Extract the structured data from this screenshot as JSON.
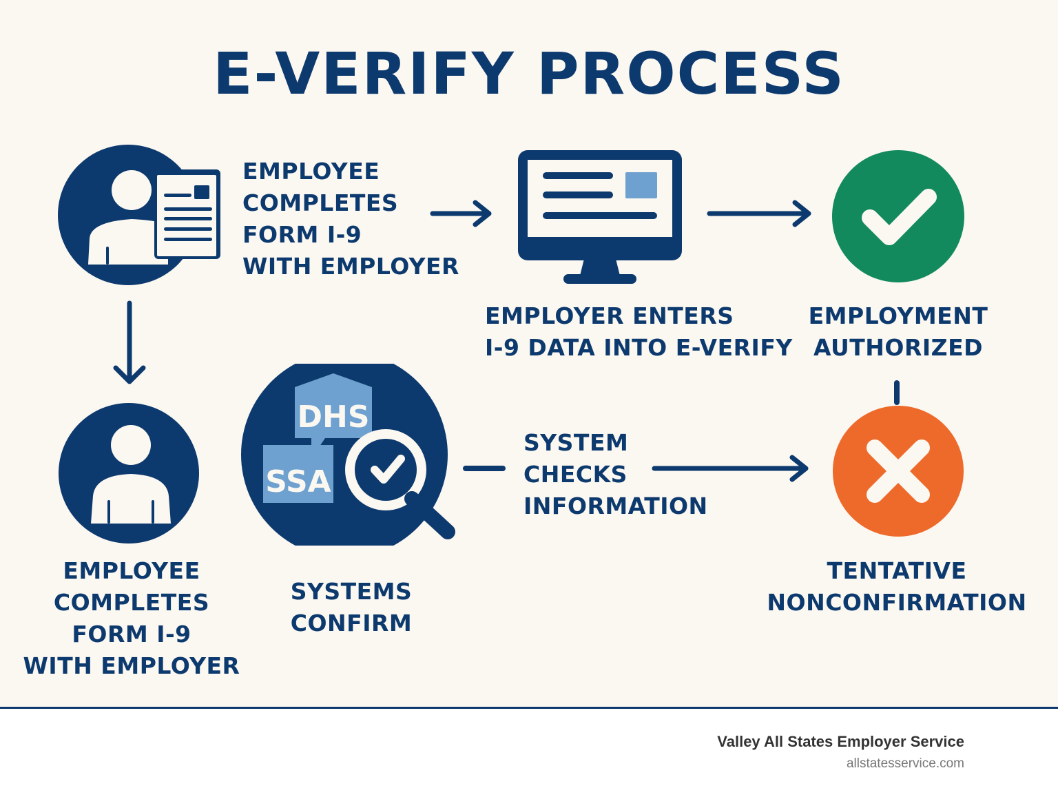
{
  "title": "E-VERIFY PROCESS",
  "colors": {
    "navy": "#0d3a6e",
    "light_blue": "#6ea1cf",
    "green": "#138a5e",
    "orange": "#ee6a2a",
    "background": "#fbf7f1"
  },
  "steps": {
    "employee_form": {
      "icon": "person-document-icon",
      "label": "EMPLOYEE\nCOMPLETES\nFORM I-9\nWITH EMPLOYER"
    },
    "employer_enters": {
      "icon": "computer-monitor-icon",
      "label": "EMPLOYER ENTERS\nI-9 DATA INTO E-VERIFY"
    },
    "employment_authorized": {
      "icon": "check-circle-icon",
      "label": "EMPLOYMENT\nAUTHORIZED"
    },
    "employee_form_2": {
      "icon": "person-icon",
      "label": "EMPLOYEE\nCOMPLETES\nFORM I-9\nWITH EMPLOYER"
    },
    "systems_confirm": {
      "icon": "dhs-ssa-magnifier-icon",
      "dhs": "DHS",
      "ssa": "SSA",
      "label": "SYSTEMS\nCONFIRM"
    },
    "system_checks": {
      "label": "SYSTEM\nCHECKS\nINFORMATION"
    },
    "tentative_nonconfirmation": {
      "icon": "x-circle-icon",
      "label": "TENTATIVE\nNONCONFIRMATION"
    }
  },
  "footer": {
    "company": "Valley All States Employer Service",
    "url": "allstatesservice.com"
  }
}
